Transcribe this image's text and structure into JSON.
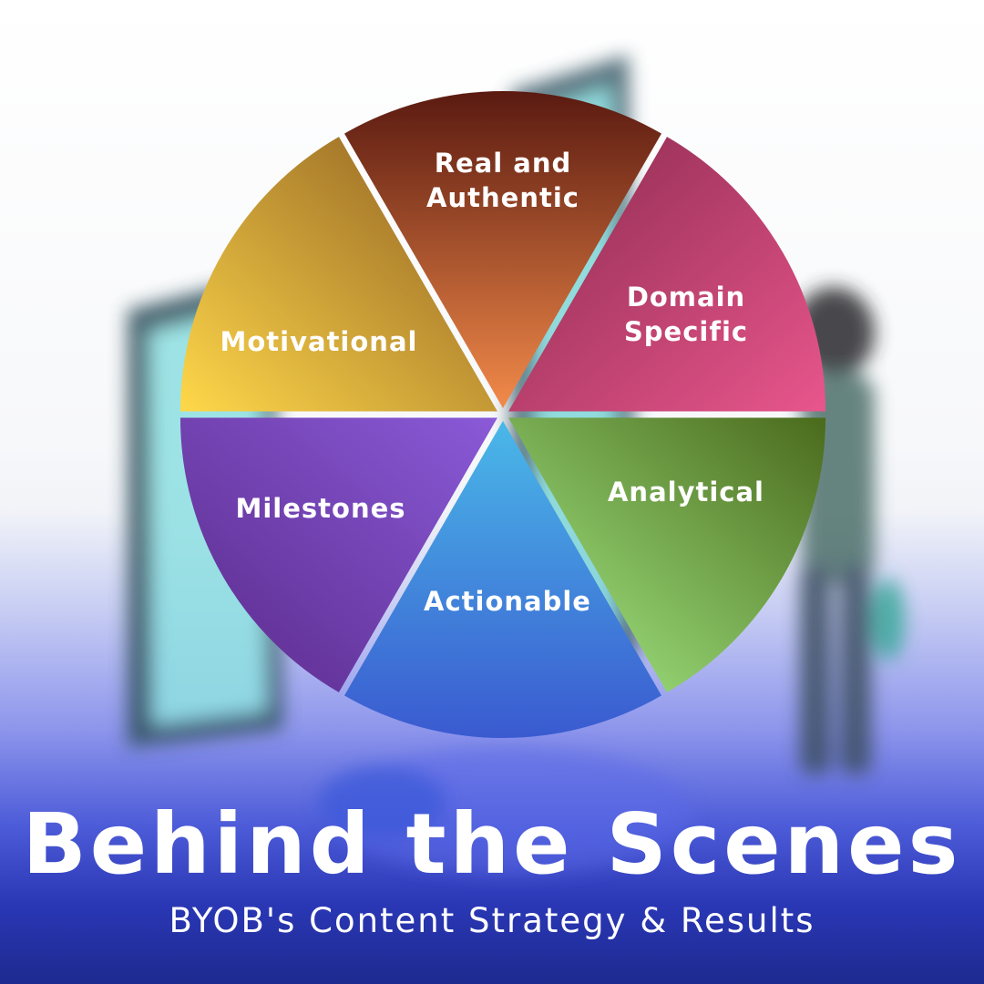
{
  "diagram": {
    "segments": [
      {
        "id": "real-authentic",
        "lines": [
          "Real and",
          "Authentic"
        ],
        "color_top": "#5a1a10",
        "color_bottom": "#f28a4a"
      },
      {
        "id": "domain-specific",
        "lines": [
          "Domain",
          "Specific"
        ],
        "color_top": "#8a2a4e",
        "color_bottom": "#e8568c"
      },
      {
        "id": "analytical",
        "lines": [
          "Analytical"
        ],
        "color_top": "#4a6a1c",
        "color_bottom": "#a8f08a"
      },
      {
        "id": "actionable",
        "lines": [
          "Actionable"
        ],
        "color_top": "#4ab8e8",
        "color_bottom": "#3a5ad0"
      },
      {
        "id": "milestones",
        "lines": [
          "Milestones"
        ],
        "color_top": "#8a5ad8",
        "color_bottom": "#5a2a8a"
      },
      {
        "id": "motivational",
        "lines": [
          "Motivational"
        ],
        "color_top": "#8a5a20",
        "color_bottom": "#ffd84a"
      }
    ]
  },
  "title": "Behind the Scenes",
  "subtitle": "BYOB's Content Strategy & Results"
}
